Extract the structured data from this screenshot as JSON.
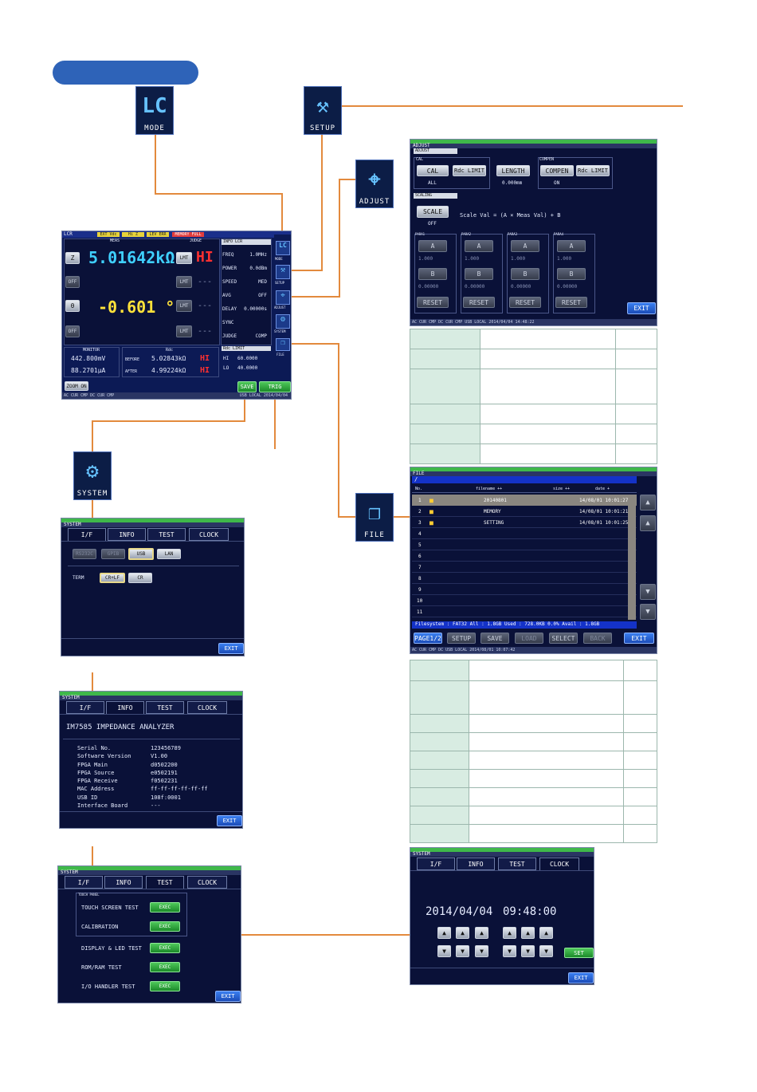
{
  "icons": {
    "mode": "MODE",
    "setup": "SETUP",
    "adjust": "ADJUST",
    "system": "SYSTEM",
    "file": "FILE",
    "mode_glyph": "LC",
    "setup_glyph": "⚒",
    "adjust_glyph": "⌖",
    "system_glyph": "⚙",
    "file_glyph": "❐"
  },
  "lcr": {
    "title": "LCR",
    "tags": [
      "EXT Vdc",
      "Hi Z",
      "LEV ERR",
      "MEMORY FULL"
    ],
    "meas_hdr": "MEAS",
    "judge_hdr": "JUDGE",
    "p1": "Z",
    "v1": "5.01642kΩ",
    "j1": "HI",
    "off1": "OFF",
    "p2": "θ",
    "v2": "-0.601 °",
    "j2": "---",
    "off2": "OFF",
    "lmt": "LMT",
    "info_hdr": "INFO LCR",
    "info": [
      [
        "FREQ",
        "1.0MHz"
      ],
      [
        "POWER",
        "0.0dBm"
      ],
      [
        "SPEED",
        "MED"
      ],
      [
        "AVG",
        "OFF"
      ],
      [
        "DELAY",
        "0.00000s"
      ],
      [
        "SYNC",
        ""
      ],
      [
        "JUDGE",
        "COMP"
      ]
    ],
    "rdc_lmt": "Rdc LIMIT",
    "hi": "HI",
    "hi_v": "60.0000",
    "lo": "LO",
    "lo_v": "40.0000",
    "monitor_hdr": "MONITOR",
    "mon1": "442.800mV",
    "mon2": "88.2701μA",
    "rdc_hdr": "Rdc",
    "before": "BEFORE",
    "before_v": "5.02843kΩ",
    "after": "AFTER",
    "after_v": "4.99224kΩ",
    "rdc_j1": "HI",
    "rdc_j2": "HI",
    "zoom": "ZOOM ON",
    "save": "SAVE",
    "trig": "TRIG",
    "side": [
      "MODE",
      "SETUP",
      "ADJUST",
      "SYSTEM",
      "FILE"
    ]
  },
  "adjust": {
    "title": "ADJUST",
    "sub": "ADJUST",
    "cal_hdr": "CAL",
    "cal": "CAL",
    "rdc_limit": "Rdc LIMIT",
    "all": "ALL",
    "length": "LENGTH",
    "length_v": "0.000mm",
    "compen_hdr": "COMPEN",
    "compen": "COMPEN",
    "rdc_limit2": "Rdc LIMIT",
    "on": "ON",
    "scaling_hdr": "SCALING",
    "scale": "SCALE",
    "scale_off": "OFF",
    "formula": "Scale Val = (A × Meas Val) + B",
    "params": [
      "PARA1",
      "PARA2",
      "PARA3",
      "PARA4"
    ],
    "a": "A",
    "b": "B",
    "a_v": "1.000",
    "b_v": "0.00000",
    "reset": "RESET",
    "exit": "EXIT"
  },
  "file": {
    "title": "FILE",
    "path": "/",
    "col_no": "No.",
    "col_name": "filename ++",
    "col_size": "size ++",
    "col_date": "date +",
    "rows": [
      [
        "1",
        "20140801",
        "",
        "14/08/01 10:01:27"
      ],
      [
        "2",
        "MEMORY",
        "",
        "14/08/01 10:01:21"
      ],
      [
        "3",
        "SETTING",
        "",
        "14/08/01 10:01:25"
      ],
      [
        "4",
        "",
        "",
        ""
      ],
      [
        "5",
        "",
        "",
        ""
      ],
      [
        "6",
        "",
        "",
        ""
      ],
      [
        "7",
        "",
        "",
        ""
      ],
      [
        "8",
        "",
        "",
        ""
      ],
      [
        "9",
        "",
        "",
        ""
      ],
      [
        "10",
        "",
        "",
        ""
      ],
      [
        "11",
        "",
        "",
        ""
      ]
    ],
    "fs": "Filesystem : FAT32  All : 1.8GB  Used : 728.0KB  0.0%  Avail : 1.8GB",
    "page": "PAGE1/2",
    "setup": "SETUP",
    "save": "SAVE",
    "load": "LOAD",
    "select": "SELECT",
    "back": "BACK",
    "exit": "EXIT"
  },
  "sys_if": {
    "title": "SYSTEM",
    "tabs": [
      "I/F",
      "INFO",
      "TEST",
      "CLOCK"
    ],
    "ifs": [
      "RS232C",
      "GPIB",
      "USB",
      "LAN"
    ],
    "term": "TERM",
    "crlf": "CR+LF",
    "cr": "CR",
    "exit": "EXIT"
  },
  "sys_info": {
    "title": "SYSTEM",
    "tabs": [
      "I/F",
      "INFO",
      "TEST",
      "CLOCK"
    ],
    "model": "IM7585 IMPEDANCE ANALYZER",
    "rows": [
      [
        "Serial No.",
        "123456789"
      ],
      [
        "Software Version",
        "V1.00"
      ],
      [
        "FPGA Main",
        "d0502200"
      ],
      [
        "FPGA Source",
        "e0502191"
      ],
      [
        "FPGA Receive",
        "f0502231"
      ],
      [
        "MAC Address",
        "ff-ff-ff-ff-ff-ff"
      ],
      [
        "USB ID",
        "108f:0001"
      ],
      [
        "Interface Board",
        "---"
      ]
    ],
    "exit": "EXIT"
  },
  "sys_test": {
    "title": "SYSTEM",
    "tabs": [
      "I/F",
      "INFO",
      "TEST",
      "CLOCK"
    ],
    "touch_hdr": "TOUCH PANEL",
    "items": [
      "TOUCH SCREEN TEST",
      "CALIBRATION",
      "DISPLAY & LED TEST",
      "ROM/RAM TEST",
      "I/O HANDLER TEST"
    ],
    "exec": "EXEC",
    "exit": "EXIT"
  },
  "sys_clock": {
    "title": "SYSTEM",
    "tabs": [
      "I/F",
      "INFO",
      "TEST",
      "CLOCK"
    ],
    "date": "2014/04/04",
    "time": "09:48:00",
    "set": "SET",
    "exit": "EXIT"
  },
  "status": {
    "lcr": "AC  CUR  CMP  DC  CUR  CMP",
    "adj": "AC  CUR  CMP  DC  CUR  CMP    USB  LOCAL  2014/04/04 14:48:22",
    "file": "AC  CUR  CMP  DC      USB  LOCAL  2014/08/01 10:07:42",
    "lcr_r": "USB  LOCAL  2014/04/04"
  }
}
